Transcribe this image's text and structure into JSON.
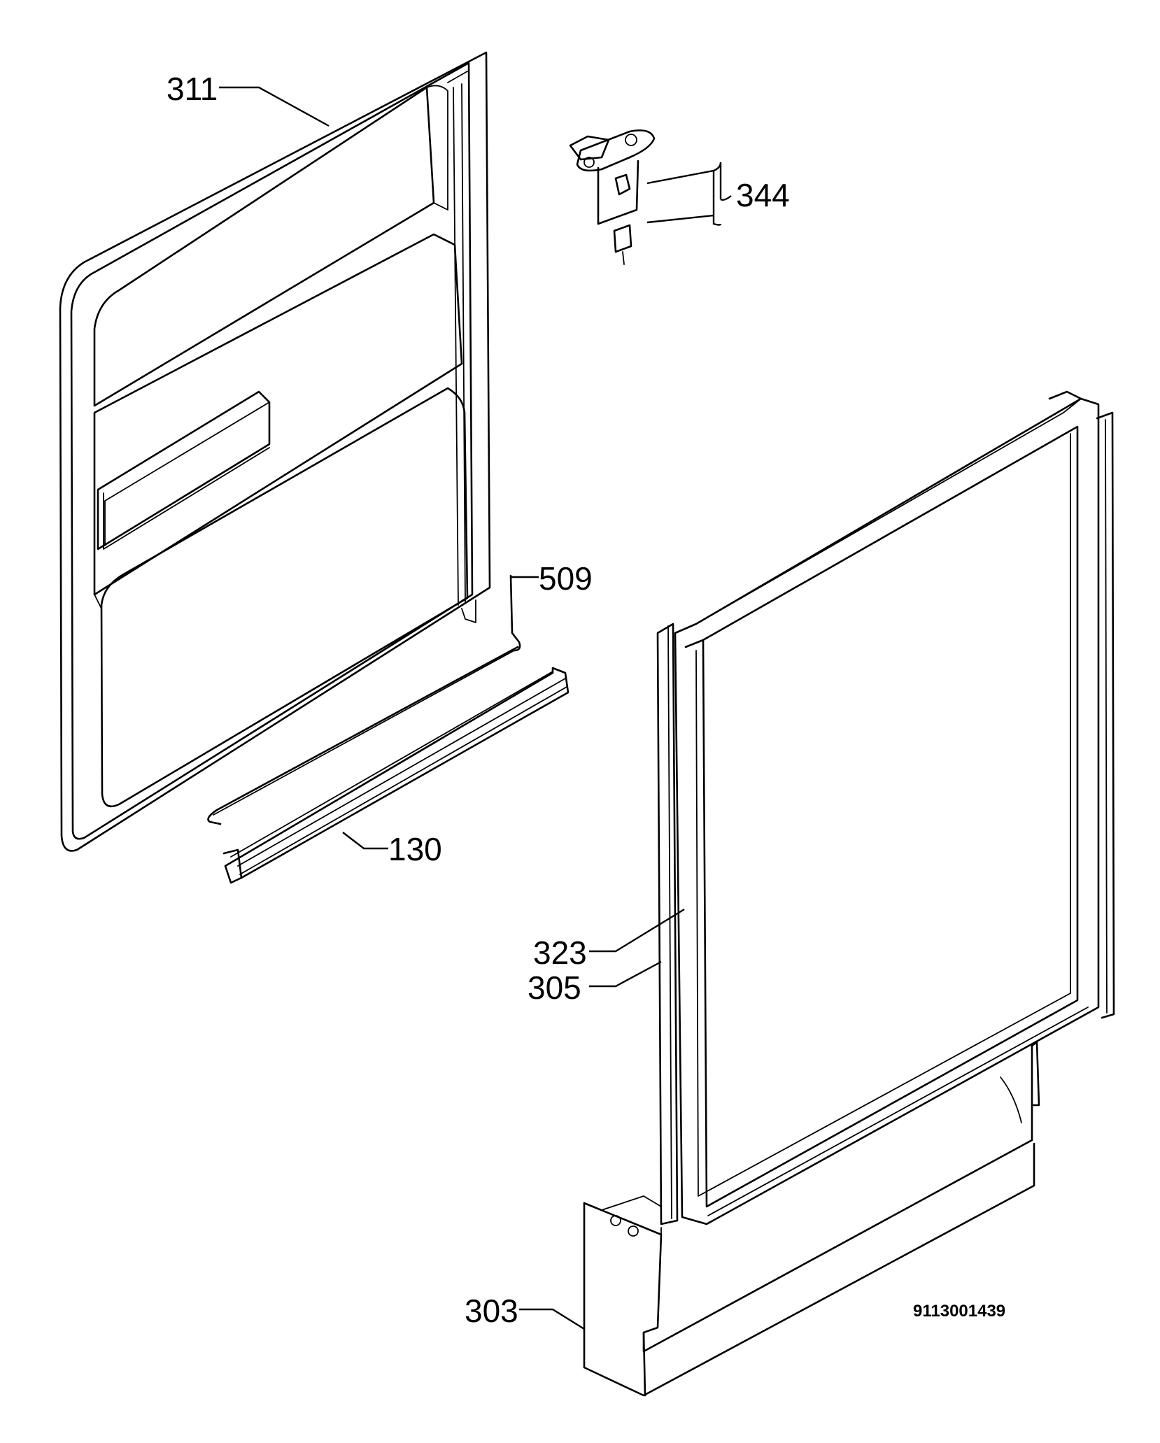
{
  "callouts": {
    "p311": "311",
    "p344": "344",
    "p509": "509",
    "p130": "130",
    "p323": "323",
    "p305": "305",
    "p303": "303"
  },
  "drawing_code": "9113001439"
}
